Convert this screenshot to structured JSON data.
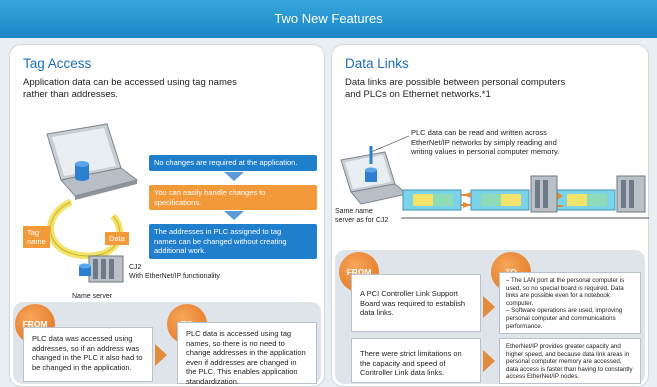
{
  "header": {
    "title": "Two New Features"
  },
  "left": {
    "title": "Tag Access",
    "subtitle_line1": "Application data can be accessed using tag names",
    "subtitle_line2": "rather than addresses.",
    "step1": "No changes are required at the application.",
    "step2_line1": "You can easily handle changes to",
    "step2_line2": "specifications.",
    "step3_line1": "The addresses in PLC assigned to tag",
    "step3_line2": "names can be changed without creating",
    "step3_line3": "additional work.",
    "tag_label_line1": "Tag",
    "tag_label_line2": "name",
    "data_label": "Data",
    "cj2_line1": "CJ2",
    "cj2_line2": "With EtherNet/IP functionality",
    "name_server": "Name server",
    "from_badge": "FROM",
    "to_badge": "TO",
    "from_text": "PLC data was accessed using addresses, so if an address was changed in the PLC it also had to be changed in the application.",
    "to_text": "PLC data is accessed using tag names, so there is no need to change addresses in the application even if addresses are changed in the PLC. This enables application standardization."
  },
  "right": {
    "title": "Data Links",
    "subtitle_line1": "Data links are possible between personal computers",
    "subtitle_line2": "and PLCs on Ethernet networks.*1",
    "callout_line1": "PLC data can be read and written across",
    "callout_line2": "EtherNet/IP networks by simply reading and",
    "callout_line3": "writing values in personal computer memory.",
    "same_name_line1": "Same name",
    "same_name_line2": "server as for CJ2",
    "from_badge": "FROM",
    "to_badge": "TO",
    "from1": "A PCI Controller Link Support Board was required to establish data links.",
    "to1": "– The LAN port at the personal computer is used, so no special board is required. Data links are possible even for a notebook computer.\n– Software operations are used, improving personal computer and communications performance.",
    "from2": "There were strict limitations on the capacity and speed of Controller Link data links.",
    "to2": "EtherNet/IP provides greater capacity and higher speed, and because data link areas in personal computer memory are accessed, data access is faster than having to constantly access EtherNet/IP nodes."
  },
  "colors": {
    "header_blue": "#1c86c6",
    "title_blue": "#1a6fb8",
    "step_blue": "#1f7fcc",
    "accent_orange": "#f29a3a"
  }
}
